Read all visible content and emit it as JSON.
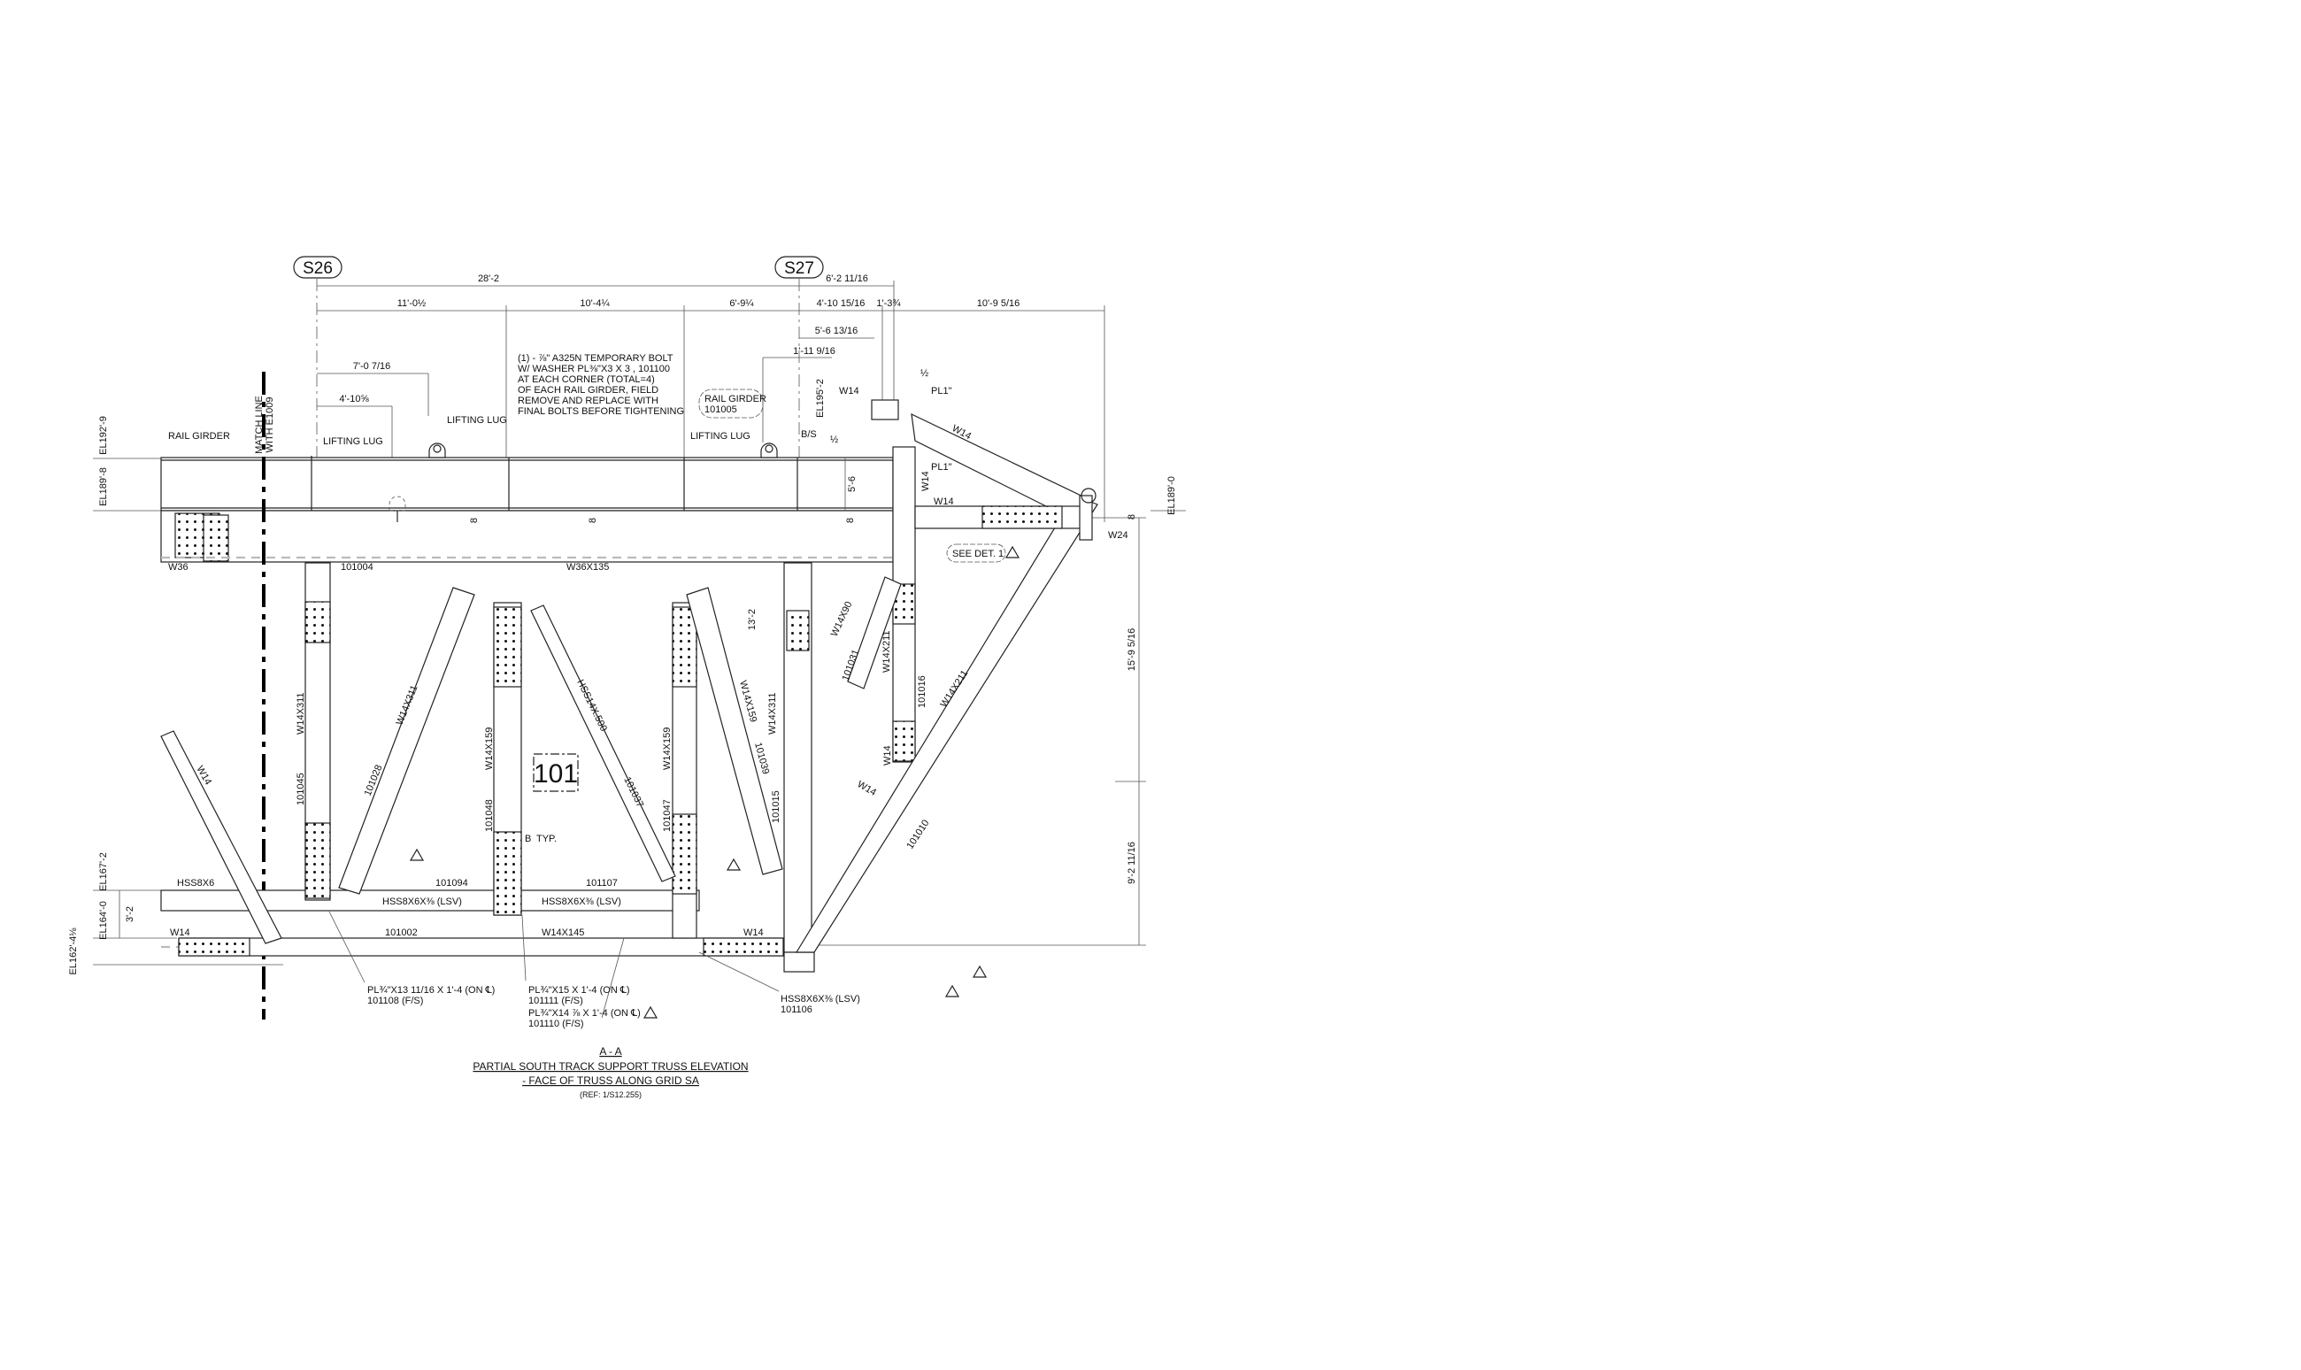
{
  "grid": {
    "left": "S26",
    "right": "S27"
  },
  "dimensions": {
    "overall": "28'-2",
    "overall_right": "6'-2 11/16",
    "seg1": "11'-0½",
    "seg2": "10'-4¼",
    "seg3": "6'-9¼",
    "seg4": "4'-10 15/16",
    "seg5": "1'-3¾",
    "seg6": "10'-9 5/16",
    "d_5_6_13": "5'-6 13/16",
    "d_1_11_9": "1'-11 9/16",
    "d_7_0_7": "7'-0 7/16",
    "d_4_10_5": "4'-10⅝",
    "girder_depth": "5'-6",
    "eight_a": "8",
    "eight_b": "8",
    "eight_c": "8",
    "eight_d": "8",
    "d_13_2": "13'-2",
    "right_upper": "15'-9 5/16",
    "right_lower": "9'-2 11/16",
    "left_3_2": "3'-2"
  },
  "elevations": {
    "el_192_9": "EL192'-9",
    "el_189_8": "EL189'-8",
    "el_195_2": "EL195'-2",
    "el_189_0": "EL189'-0",
    "el_167_2": "EL167'-2",
    "el_164_0": "EL164'-0",
    "el_162_4": "EL162'-4⅛"
  },
  "labels": {
    "rail_girder": "RAIL GIRDER",
    "match_line_1": "MATCH LINE",
    "match_line_2": "WITH E1009",
    "lifting_lug_1": "LIFTING LUG",
    "lifting_lug_2": "LIFTING LUG",
    "lifting_lug_3": "LIFTING LUG",
    "note": [
      "(1) - ⅞\" A325N TEMPORARY BOLT",
      "W/ WASHER PL⅜\"X3 X 3 , 101100",
      "AT EACH CORNER (TOTAL=4)",
      "OF EACH RAIL GIRDER, FIELD",
      "REMOVE AND REPLACE WITH",
      "FINAL BOLTS BEFORE TIGHTENING"
    ],
    "cloud_1": "RAIL GIRDER",
    "cloud_2": "101005",
    "w36": "W36",
    "m101004": "101004",
    "w36x135": "W36X135",
    "w14_top": "W14",
    "pl1_a": "PL1\"",
    "pl1_b": "PL1\"",
    "bs": "B/S",
    "weld_half_a": "½",
    "weld_half_b": "½",
    "w14_diag_top": "W14",
    "w14_vert_right": "W14",
    "w14_horiz": "W14",
    "w24": "W24",
    "see_det": "SEE DET. 1",
    "col1_size": "W14X311",
    "col1_mark": "101045",
    "diag1_size": "W14X311",
    "diag1_mark": "101028",
    "col2_size": "W14X159",
    "col2_mark": "101048",
    "diag2_size": "HSS14X.500",
    "diag2_mark": "101037",
    "col3_size": "W14X159",
    "col3_mark": "101047",
    "diag3_size": "W14X159",
    "diag3_mark": "101039",
    "col4_size": "W14X311",
    "col4_mark": "101015",
    "brace_size": "W14X90",
    "brace_mark": "101031",
    "col5_size": "W14X211",
    "col5_mark": "101016",
    "w14_a": "W14",
    "w14_b": "W14",
    "diag4_size": "W14X211",
    "diag4_mark": "101010",
    "w14_left_diag": "W14",
    "hss8x6": "HSS8X6",
    "m101094": "101094",
    "m101107": "101107",
    "hss_lsv_1": "HSS8X6X⅜ (LSV)",
    "hss_lsv_2": "HSS8X6X⅜ (LSV)",
    "w14_bl": "W14",
    "m101002": "101002",
    "w14x145": "W14X145",
    "w14_br": "W14",
    "section_b": "B",
    "typ": "TYP.",
    "assembly_tag": "101"
  },
  "callouts": {
    "pl_101108_1": "PL¾\"X13 11/16 X 1'-4 (ON ℄)",
    "pl_101108_2": "101108 (F/S)",
    "pl_101111_1": "PL¾\"X15 X 1'-4 (ON ℄)",
    "pl_101111_2": "101111 (F/S)",
    "pl_101110_1": "PL¾\"X14 ⅞ X 1'-4 (ON ℄)",
    "pl_101110_2": "101110 (F/S)",
    "hss_101106_1": "HSS8X6X⅜ (LSV)",
    "hss_101106_2": "101106"
  },
  "title": {
    "section": "A - A",
    "line1": "PARTIAL SOUTH TRACK SUPPORT TRUSS ELEVATION",
    "line2": "- FACE OF TRUSS ALONG GRID SA",
    "ref": "(REF: 1/S12.255)"
  }
}
